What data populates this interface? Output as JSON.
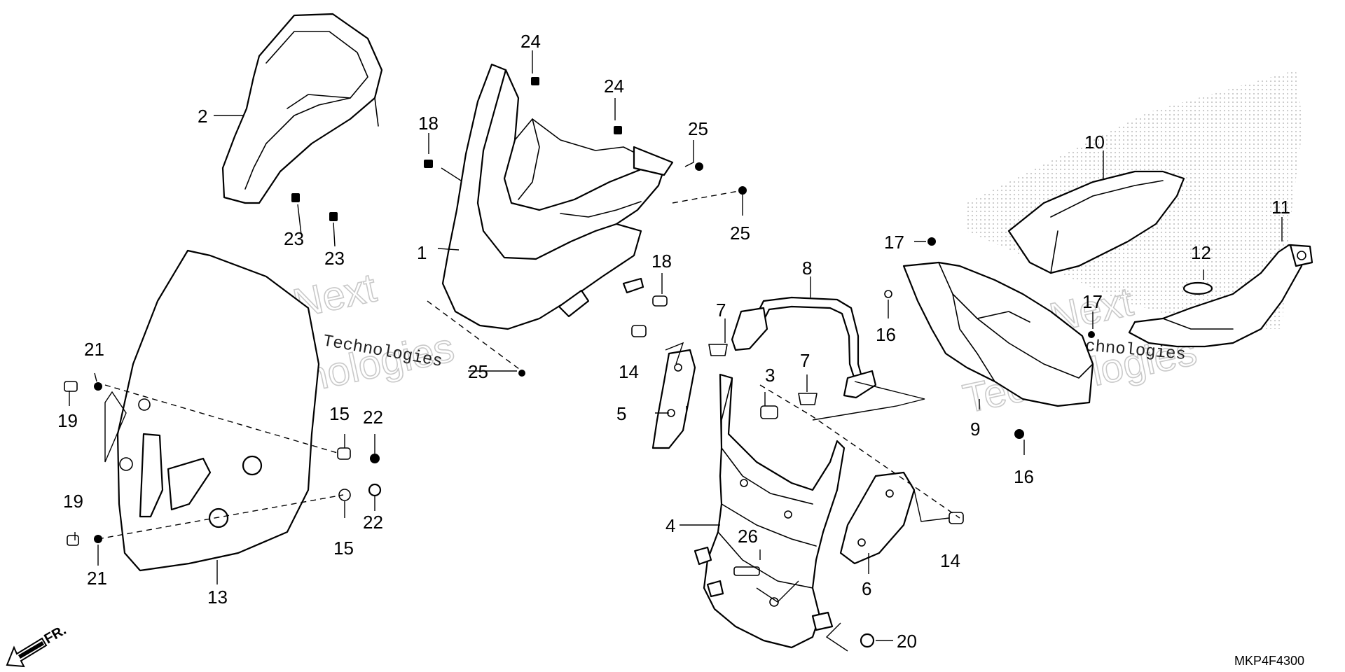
{
  "diagram": {
    "code": "MKP4F4300",
    "front_label": "FR.",
    "watermark": {
      "brand": "vNext",
      "line1": "vNext Technologies",
      "line2": "Technologies"
    },
    "callouts": [
      "1",
      "2",
      "3",
      "4",
      "5",
      "6",
      "7",
      "8",
      "9",
      "10",
      "11",
      "12",
      "13",
      "14",
      "15",
      "16",
      "17",
      "18",
      "19",
      "20",
      "21",
      "22",
      "23",
      "24",
      "25",
      "26"
    ]
  }
}
